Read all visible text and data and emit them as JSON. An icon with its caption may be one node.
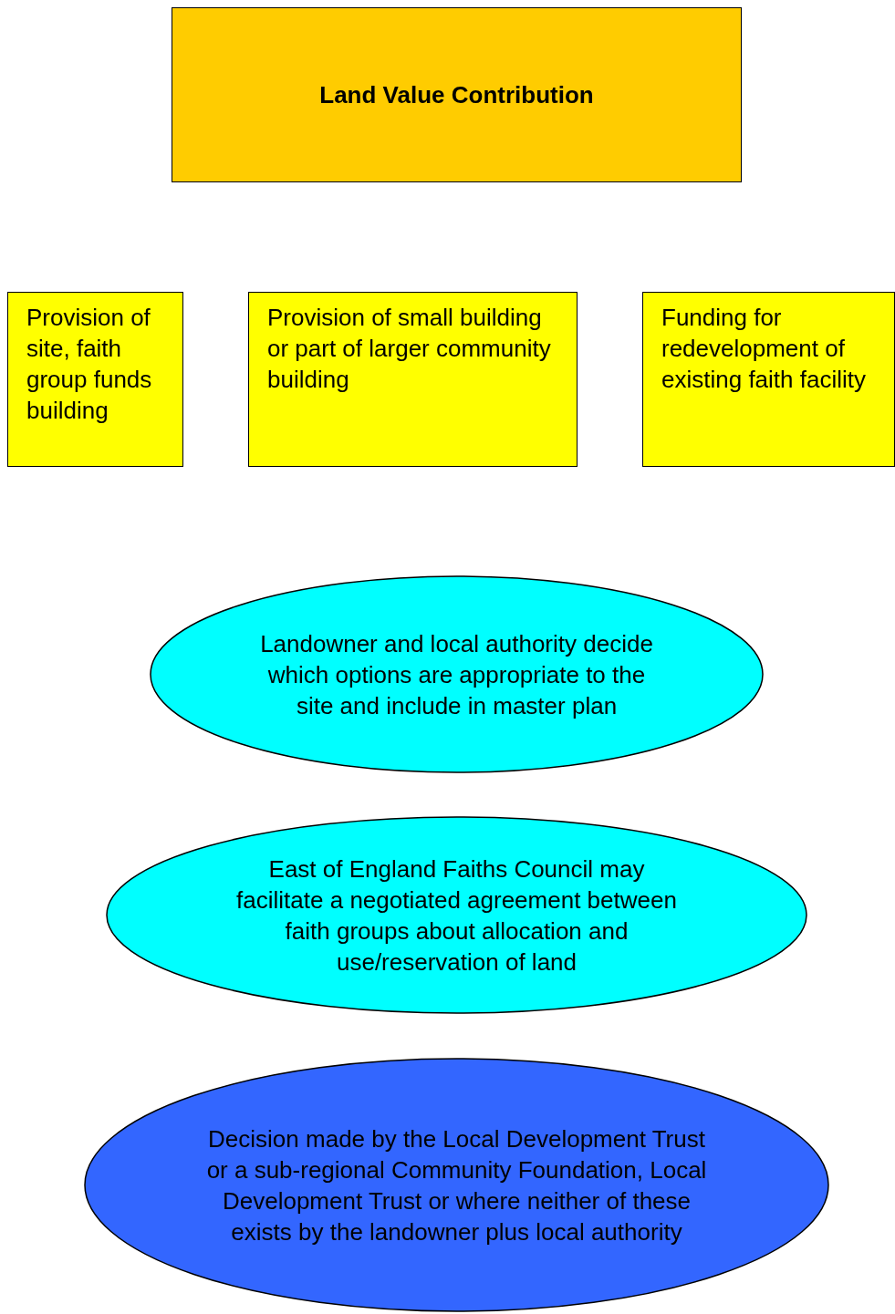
{
  "diagram": {
    "nodes": [
      {
        "text": [
          "Land Value Contribution"
        ]
      },
      {
        "text": [
          "Provision of site, faith group funds building"
        ]
      },
      {
        "text": [
          "Provision of small building or part of larger community building"
        ]
      },
      {
        "text": [
          "Funding for redevelopment of existing faith facility"
        ]
      },
      {
        "text": [
          "Landowner and local authority decide which options are appropriate to the site and include in master plan"
        ]
      },
      {
        "text": [
          "East of England Faiths Council may facilitate a negotiated agreement between faith groups about allocation and use/reservation of land"
        ]
      },
      {
        "text": [
          "Decision made by the Local Development Trust or a sub-regional Community Foundation, Local Development Trust or where neither of these exists by the landowner plus local authority"
        ]
      }
    ]
  }
}
